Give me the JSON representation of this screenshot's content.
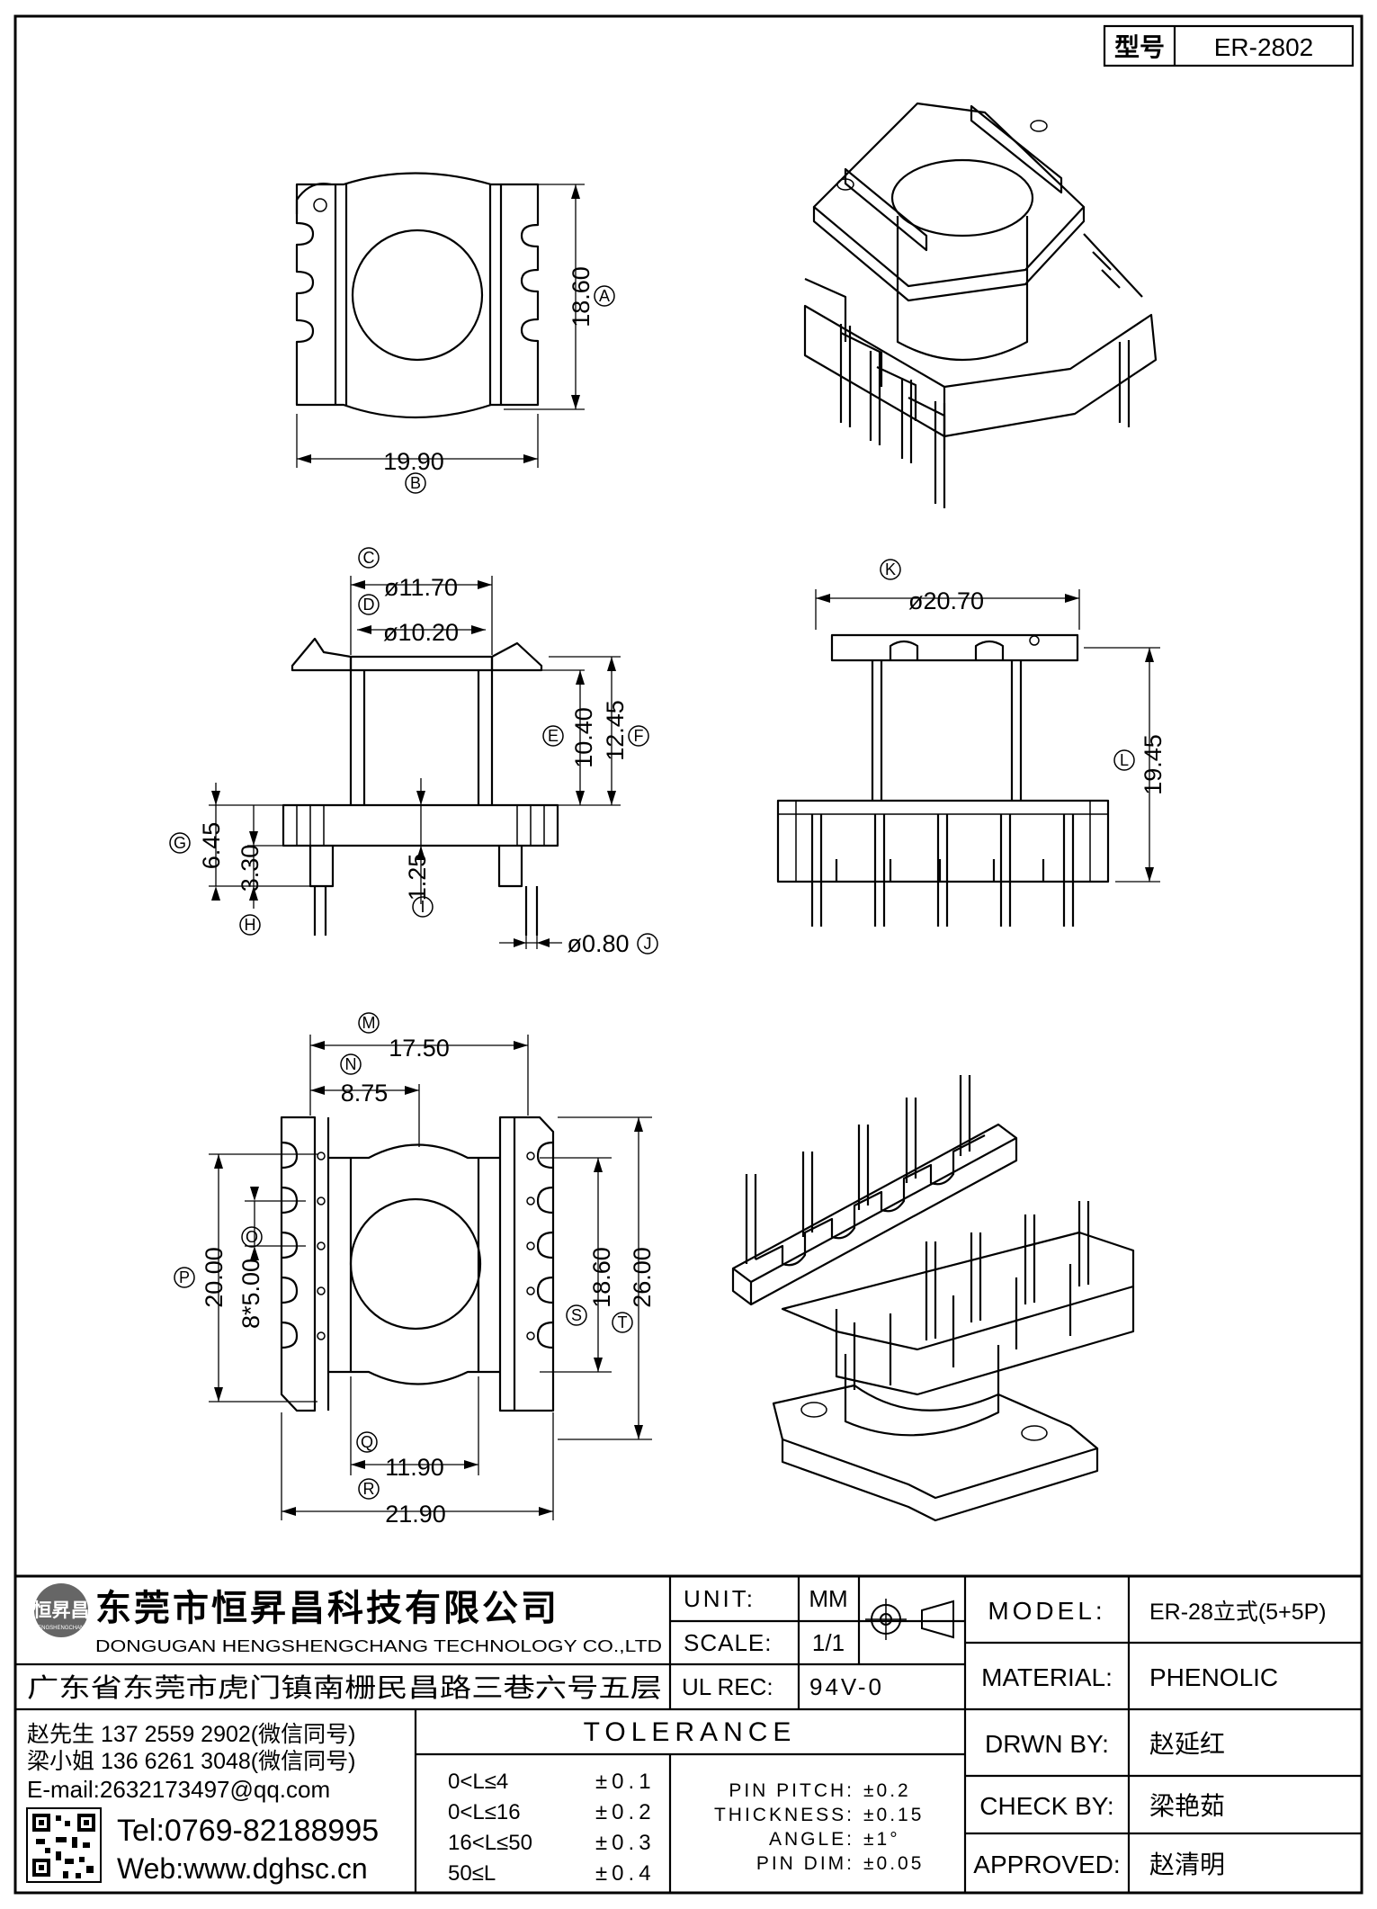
{
  "header": {
    "model_label": "型号",
    "model_value": "ER-2802"
  },
  "dims": {
    "A": {
      "label": "A",
      "value": "18.60"
    },
    "B": {
      "label": "B",
      "value": "19.90"
    },
    "C": {
      "label": "C",
      "value": "ø11.70"
    },
    "D": {
      "label": "D",
      "value": "ø10.20"
    },
    "E": {
      "label": "E",
      "value": "10.40"
    },
    "F": {
      "label": "F",
      "value": "12.45"
    },
    "G": {
      "label": "G",
      "value": "6.45"
    },
    "H": {
      "label": "H",
      "value": "3.30"
    },
    "I": {
      "label": "I",
      "value": "1.25"
    },
    "J": {
      "label": "J",
      "value": "ø0.80"
    },
    "K": {
      "label": "K",
      "value": "ø20.70"
    },
    "L": {
      "label": "L",
      "value": "19.45"
    },
    "M": {
      "label": "M",
      "value": "17.50"
    },
    "N": {
      "label": "N",
      "value": "8.75"
    },
    "O": {
      "label": "O",
      "value": "8*5.00"
    },
    "P": {
      "label": "P",
      "value": "20.00"
    },
    "Q": {
      "label": "Q",
      "value": "11.90"
    },
    "R": {
      "label": "R",
      "value": "21.90"
    },
    "S": {
      "label": "S",
      "value": "18.60"
    },
    "T": {
      "label": "T",
      "value": "26.00"
    }
  },
  "company": {
    "logo_text": "恒昇昌",
    "logo_sub": "HENGSHENGCHANG",
    "name_cn": "东莞市恒昇昌科技有限公司",
    "name_en": "DONGUGAN HENGSHENGCHANG TECHNOLOGY CO.,LTD",
    "address": "广东省东莞市虎门镇南栅民昌路三巷六号五层",
    "contact_1": "赵先生 137 2559 2902(微信同号)",
    "contact_2": "梁小姐 136 6261 3048(微信同号)",
    "email": "E-mail:2632173497@qq.com",
    "tel": "Tel:0769-82188995",
    "web": "Web:www.dghsc.cn"
  },
  "spec": {
    "unit_label": "UNIT:",
    "unit_value": "MM",
    "scale_label": "SCALE:",
    "scale_value": "1/1",
    "ulrec_label": "UL REC:",
    "ulrec_value": "94V-0"
  },
  "tolerance": {
    "title": "TOLERANCE",
    "rows": [
      {
        "range": "0<L≤4",
        "tol": "±0.1"
      },
      {
        "range": "0<L≤16",
        "tol": "±0.2"
      },
      {
        "range": "16<L≤50",
        "tol": "±0.3"
      },
      {
        "range": "50≤L",
        "tol": "±0.4"
      }
    ],
    "extra": [
      {
        "label": "PIN PITCH:",
        "tol": "±0.2"
      },
      {
        "label": "THICKNESS:",
        "tol": "±0.15"
      },
      {
        "label": "ANGLE:",
        "tol": "±1°"
      },
      {
        "label": "PIN DIM:",
        "tol": "±0.05"
      }
    ]
  },
  "info": {
    "model_label": "MODEL:",
    "model_value": "ER-28立式(5+5P)",
    "material_label": "MATERIAL:",
    "material_value": "PHENOLIC",
    "drawn_label": "DRWN BY:",
    "drawn_value": "赵延红",
    "check_label": "CHECK BY:",
    "check_value": "梁艳茹",
    "approved_label": "APPROVED:",
    "approved_value": "赵清明"
  }
}
